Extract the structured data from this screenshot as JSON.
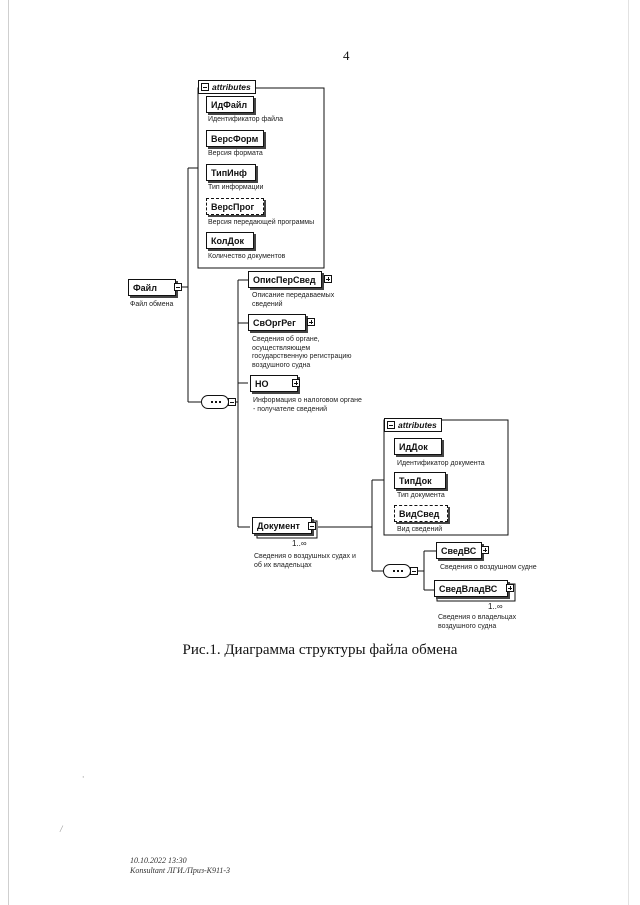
{
  "page_number": "4",
  "caption": "Рис.1. Диаграмма структуры файла обмена",
  "root": {
    "name": "Файл",
    "desc": "Файл обмена"
  },
  "file_attributes": {
    "header": "attributes",
    "items": [
      {
        "name": "ИдФайл",
        "desc": "Идентификатор файла",
        "optional": false
      },
      {
        "name": "ВерсФорм",
        "desc": "Версия формата",
        "optional": false
      },
      {
        "name": "ТипИнф",
        "desc": "Тип информации",
        "optional": false
      },
      {
        "name": "ВерсПрог",
        "desc": "Версия передающей программы",
        "optional": true
      },
      {
        "name": "КолДок",
        "desc": "Количество документов",
        "optional": false
      }
    ]
  },
  "file_children": [
    {
      "name": "ОписПерСвед",
      "desc": [
        "Описание передаваемых",
        "сведений"
      ]
    },
    {
      "name": "СвОргРег",
      "desc": [
        "Сведения об органе,",
        "осуществляющем",
        "государственную регистрацию",
        "воздушного судна"
      ]
    },
    {
      "name": "НО",
      "desc": [
        "Информация о налоговом органе",
        "- получателе сведений"
      ]
    },
    {
      "name": "Документ",
      "cardinality": "1..∞",
      "desc": [
        "Сведения о воздушных судах и",
        "об их владельцах"
      ]
    }
  ],
  "doc_attributes": {
    "header": "attributes",
    "items": [
      {
        "name": "ИдДок",
        "desc": "Идентификатор документа",
        "optional": false
      },
      {
        "name": "ТипДок",
        "desc": "Тип документа",
        "optional": false
      },
      {
        "name": "ВидСвед",
        "desc": "Вид сведений",
        "optional": true
      }
    ]
  },
  "doc_children": [
    {
      "name": "СведВС",
      "desc": [
        "Сведения о воздушном судне"
      ]
    },
    {
      "name": "СведВладВС",
      "cardinality": "1..∞",
      "desc": [
        "Сведения о владельцах",
        "воздушного судна"
      ]
    }
  ],
  "footer": {
    "line1": "10.10.2022 13:30",
    "line2": "Konsultant ЛГИ./Приз-К911-3"
  }
}
